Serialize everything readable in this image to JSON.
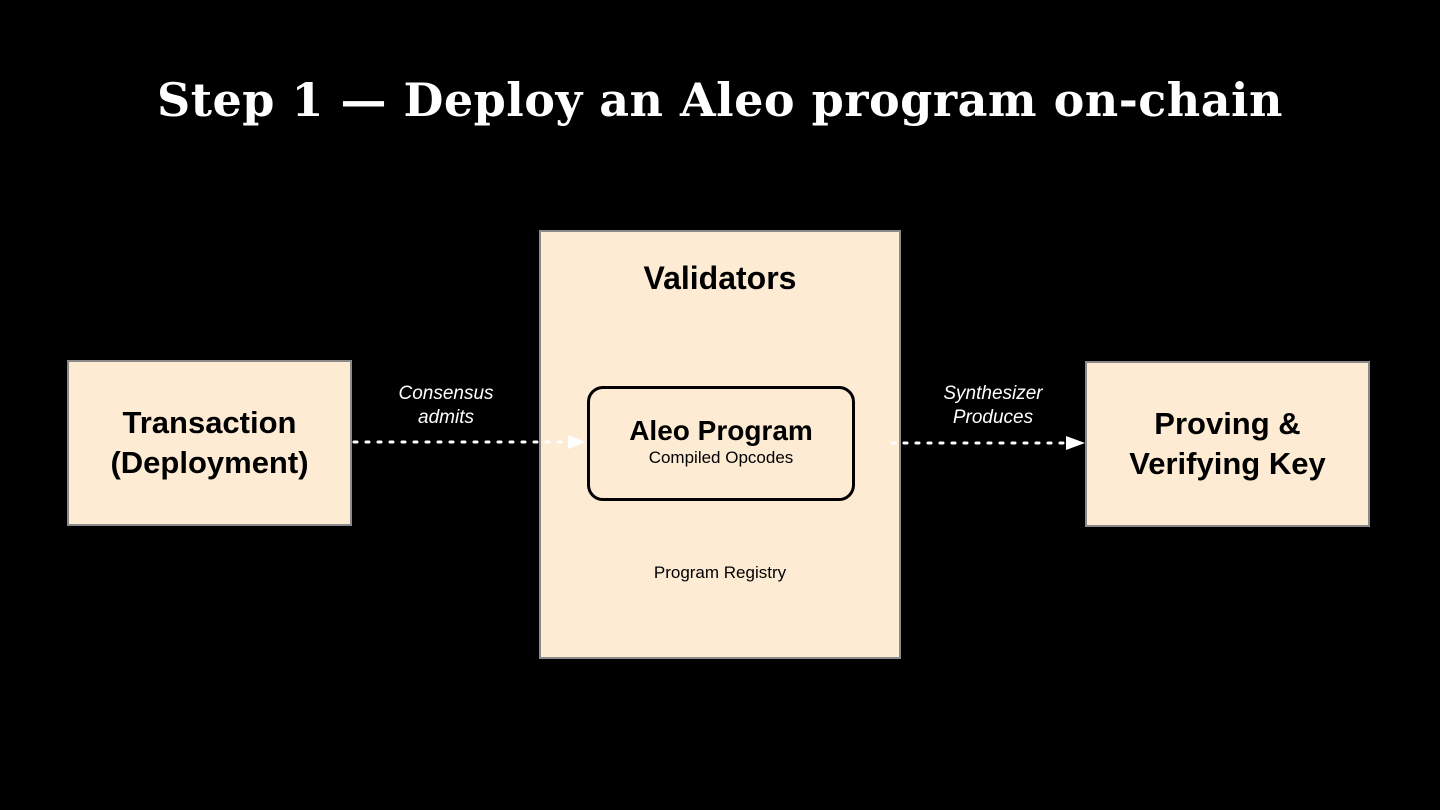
{
  "title": "Step 1 — Deploy an Aleo program on-chain",
  "nodes": {
    "transaction": {
      "line1": "Transaction",
      "line2": "(Deployment)"
    },
    "validators": {
      "title": "Validators",
      "program": {
        "title": "Aleo Program",
        "subtitle": "Compiled Opcodes"
      },
      "registry": "Program Registry"
    },
    "keys": {
      "line1": "Proving &",
      "line2": "Verifying Key"
    }
  },
  "edges": {
    "consensus": {
      "line1": "Consensus",
      "line2": "admits"
    },
    "synthesizer": {
      "line1": "Synthesizer",
      "line2": "Produces"
    }
  },
  "colors": {
    "background": "#000000",
    "box_fill": "#fdebd3",
    "box_border": "#8a8a8a",
    "text_light": "#ffffff",
    "text_dark": "#000000"
  }
}
